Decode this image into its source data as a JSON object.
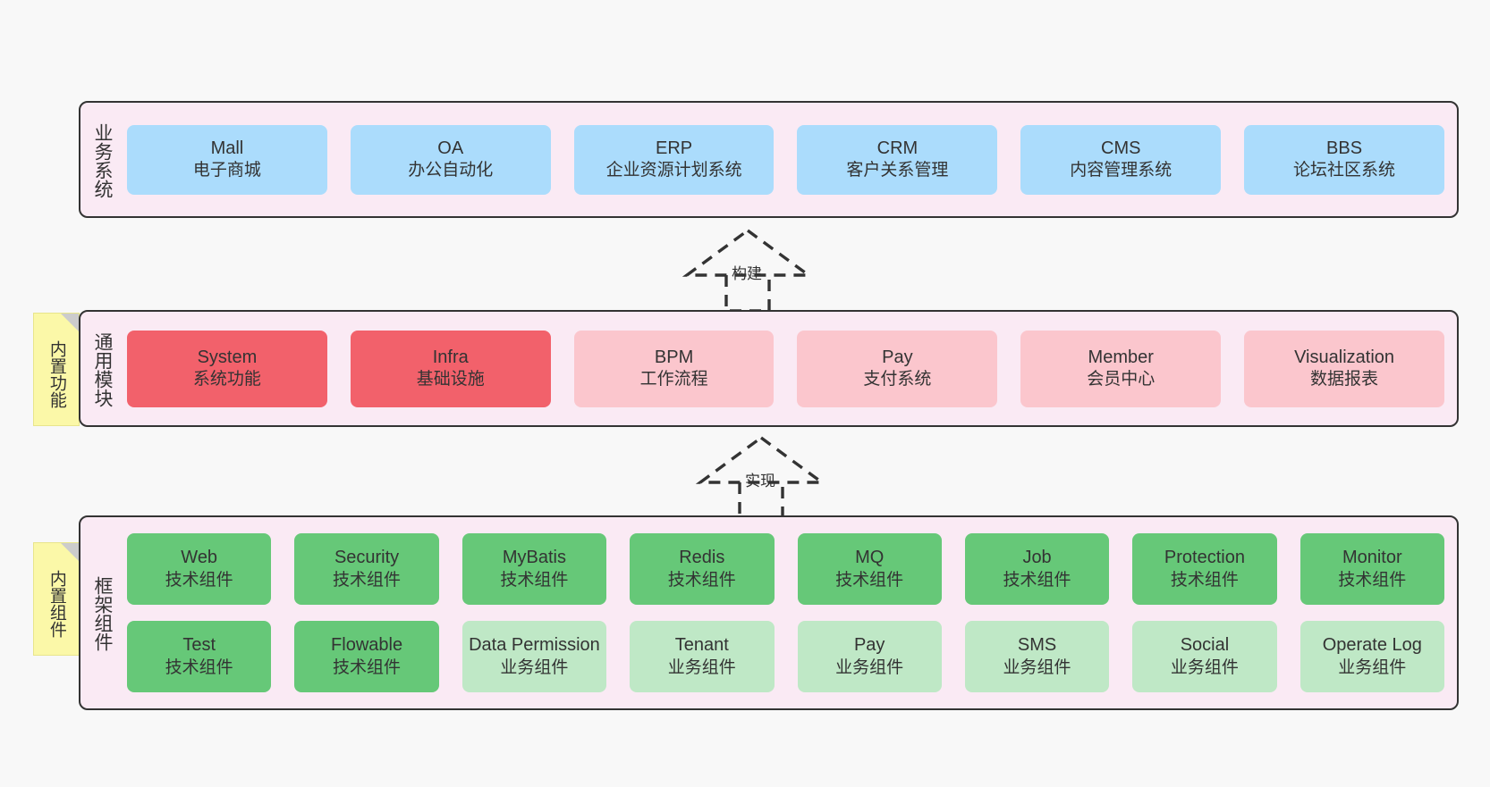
{
  "diagram": {
    "title_hint": "架构分层图",
    "colors": {
      "layer_bg": "#faeaf4",
      "layer_border": "#333333",
      "business_box": "#abdcfc",
      "module_core": "#f2616b",
      "module_plan": "#fbc6cd",
      "framework_tech": "#66c878",
      "framework_biz": "#bfe8c6",
      "note_bg": "#fbf8a8",
      "note_fold": "#cccccc",
      "canvas_bg": "#f8f8f8"
    }
  },
  "layers": [
    {
      "id": "business",
      "title": "业务系统",
      "rows": [
        {
          "style": "blue",
          "cells": [
            {
              "en": "Mall",
              "cn": "电子商城"
            },
            {
              "en": "OA",
              "cn": "办公自动化"
            },
            {
              "en": "ERP",
              "cn": "企业资源计划系统"
            },
            {
              "en": "CRM",
              "cn": "客户关系管理"
            },
            {
              "en": "CMS",
              "cn": "内容管理系统"
            },
            {
              "en": "BBS",
              "cn": "论坛社区系统"
            }
          ]
        }
      ]
    },
    {
      "id": "common",
      "title": "通用模块",
      "note": "内置功能",
      "rows": [
        {
          "style": "mixed",
          "cells": [
            {
              "en": "System",
              "cn": "系统功能",
              "style": "red"
            },
            {
              "en": "Infra",
              "cn": "基础设施",
              "style": "red"
            },
            {
              "en": "BPM",
              "cn": "工作流程",
              "style": "pink"
            },
            {
              "en": "Pay",
              "cn": "支付系统",
              "style": "pink"
            },
            {
              "en": "Member",
              "cn": "会员中心",
              "style": "pink"
            },
            {
              "en": "Visualization",
              "cn": "数据报表",
              "style": "pink"
            }
          ]
        }
      ]
    },
    {
      "id": "framework",
      "title": "框架组件",
      "note": "内置组件",
      "rows": [
        {
          "style": "green",
          "cells": [
            {
              "en": "Web",
              "cn": "技术组件",
              "style": "green"
            },
            {
              "en": "Security",
              "cn": "技术组件",
              "style": "green"
            },
            {
              "en": "MyBatis",
              "cn": "技术组件",
              "style": "green"
            },
            {
              "en": "Redis",
              "cn": "技术组件",
              "style": "green"
            },
            {
              "en": "MQ",
              "cn": "技术组件",
              "style": "green"
            },
            {
              "en": "Job",
              "cn": "技术组件",
              "style": "green"
            },
            {
              "en": "Protection",
              "cn": "技术组件",
              "style": "green"
            },
            {
              "en": "Monitor",
              "cn": "技术组件",
              "style": "green"
            }
          ]
        },
        {
          "style": "mixed",
          "cells": [
            {
              "en": "Test",
              "cn": "技术组件",
              "style": "green"
            },
            {
              "en": "Flowable",
              "cn": "技术组件",
              "style": "green"
            },
            {
              "en": "Data Permission",
              "cn": "业务组件",
              "style": "lgreen"
            },
            {
              "en": "Tenant",
              "cn": "业务组件",
              "style": "lgreen"
            },
            {
              "en": "Pay",
              "cn": "业务组件",
              "style": "lgreen"
            },
            {
              "en": "SMS",
              "cn": "业务组件",
              "style": "lgreen"
            },
            {
              "en": "Social",
              "cn": "业务组件",
              "style": "lgreen"
            },
            {
              "en": "Operate Log",
              "cn": "业务组件",
              "style": "lgreen"
            }
          ]
        }
      ]
    }
  ],
  "connectors": [
    {
      "id": "build",
      "label": "构建",
      "from": "common",
      "to": "business",
      "style": "dashed-generalization"
    },
    {
      "id": "impl",
      "label": "实现",
      "from": "framework",
      "to": "common",
      "style": "dashed-generalization"
    }
  ]
}
